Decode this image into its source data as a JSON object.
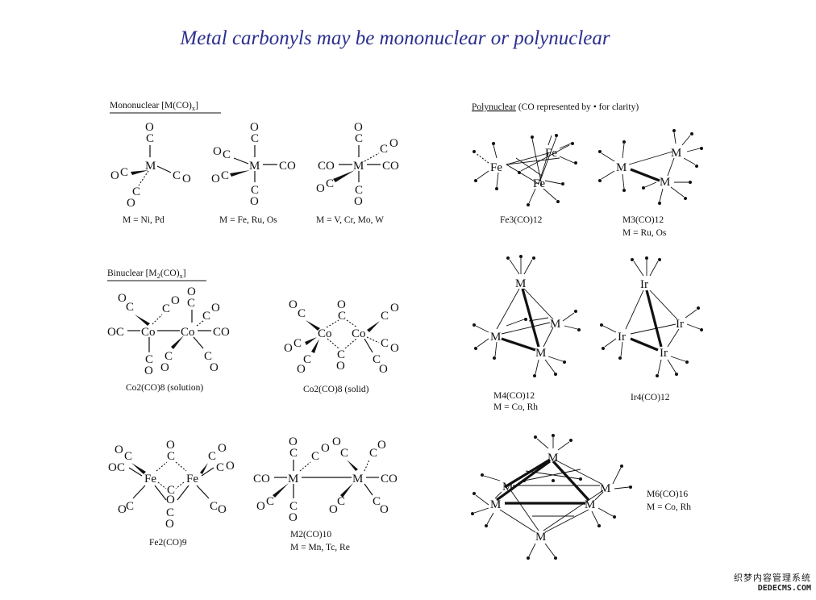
{
  "title": "Metal carbonyls may be mononuclear or polynuclear",
  "headers": {
    "mononuclear": "Mononuclear [M(CO)x]",
    "binuclear": "Binuclear [M2(CO)x]",
    "polynuclear": "Polynuclear (CO represented by • for clarity)"
  },
  "atoms": {
    "C": "C",
    "O": "O",
    "OC": "OC",
    "CO": "CO",
    "M": "M",
    "Co": "Co",
    "Fe": "Fe",
    "Ir": "Ir"
  },
  "captions": {
    "m_ni": "M = Ni, Pd",
    "m_fe": "M = Fe, Ru, Os",
    "m_v": "M = V, Cr, Mo, W",
    "co2_solution": "Co2(CO)8 (solution)",
    "co2_solid": "Co2(CO)8 (solid)",
    "fe2": "Fe2(CO)9",
    "m2": "M2(CO)10",
    "m2_metals": "M = Mn, Tc, Re",
    "fe3": "Fe3(CO)12",
    "m3": "M3(CO)12",
    "m3_metals": "M = Ru, Os",
    "m4": "M4(CO)12",
    "m4_metals": "M = Co, Rh",
    "ir4": "Ir4(CO)12",
    "m6": "M6(CO)16",
    "m6_metals": "M = Co, Rh"
  },
  "watermark": {
    "line1": "织梦内容管理系统",
    "line2": "DEDECMS.COM"
  }
}
